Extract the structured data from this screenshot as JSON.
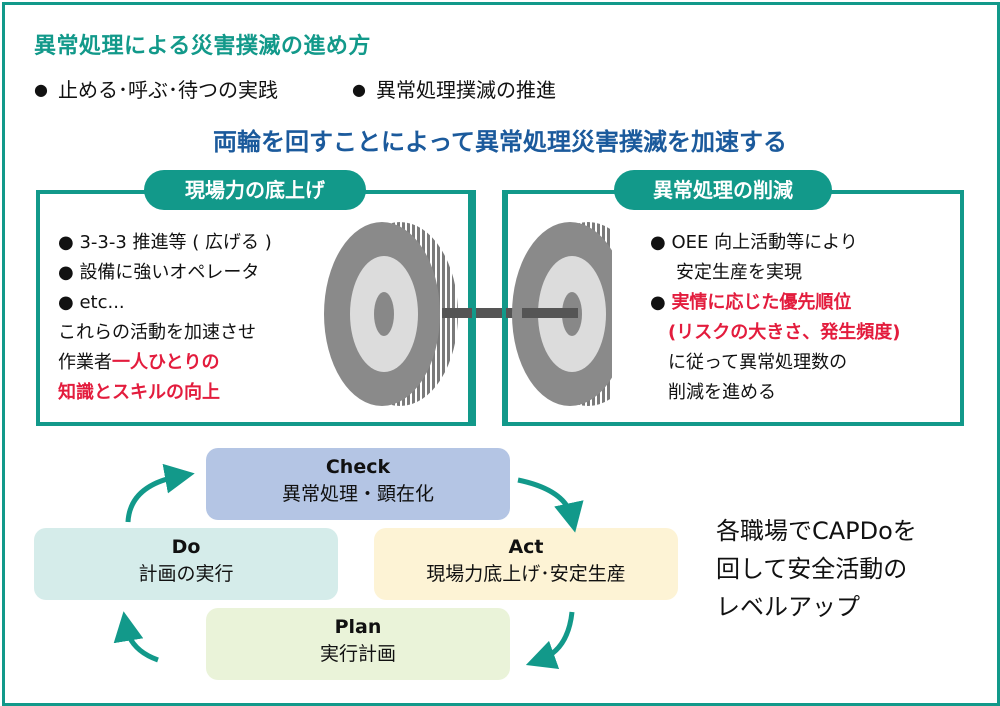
{
  "title": "異常処理による災害撲滅の進め方",
  "bullets": [
    "止める･呼ぶ･待つの実践",
    "異常処理撲滅の推進"
  ],
  "headline": "両輪を回すことによって異常処理災害撲滅を加速する",
  "left_panel": {
    "label": "現場力の底上げ",
    "items": [
      "3-3-3 推進等 ( 広げる )",
      "設備に強いオペレータ",
      "etc..."
    ],
    "line1": "これらの活動を加速させ",
    "line2_normal": "作業者",
    "line2_red": "一人ひとりの",
    "line3_red": "知識とスキルの向上"
  },
  "right_panel": {
    "label": "異常処理の削減",
    "item1_a": "OEE 向上活動等により",
    "item1_b": "安定生産を実現",
    "item2_red_a": "実情に応じた優先順位",
    "item2_red_b": "(リスクの大きさ、発生頻度)",
    "item2_c": "に従って異常処理数の",
    "item2_d": "削減を進める"
  },
  "pdca": {
    "check": {
      "en": "Check",
      "jp": "異常処理・顕在化",
      "color": "#b4c5e4"
    },
    "act": {
      "en": "Act",
      "jp": "現場力底上げ･安定生産",
      "color": "#fdf3d5"
    },
    "plan": {
      "en": "Plan",
      "jp": "実行計画",
      "color": "#eaf3d9"
    },
    "do": {
      "en": "Do",
      "jp": "計画の実行",
      "color": "#d5ecea"
    }
  },
  "side_text": [
    "各職場でCAPDoを",
    "回して安全活動の",
    "レベルアップ"
  ],
  "colors": {
    "accent": "#12998a",
    "headline": "#1b5a9c",
    "highlight": "#e31c3d"
  }
}
